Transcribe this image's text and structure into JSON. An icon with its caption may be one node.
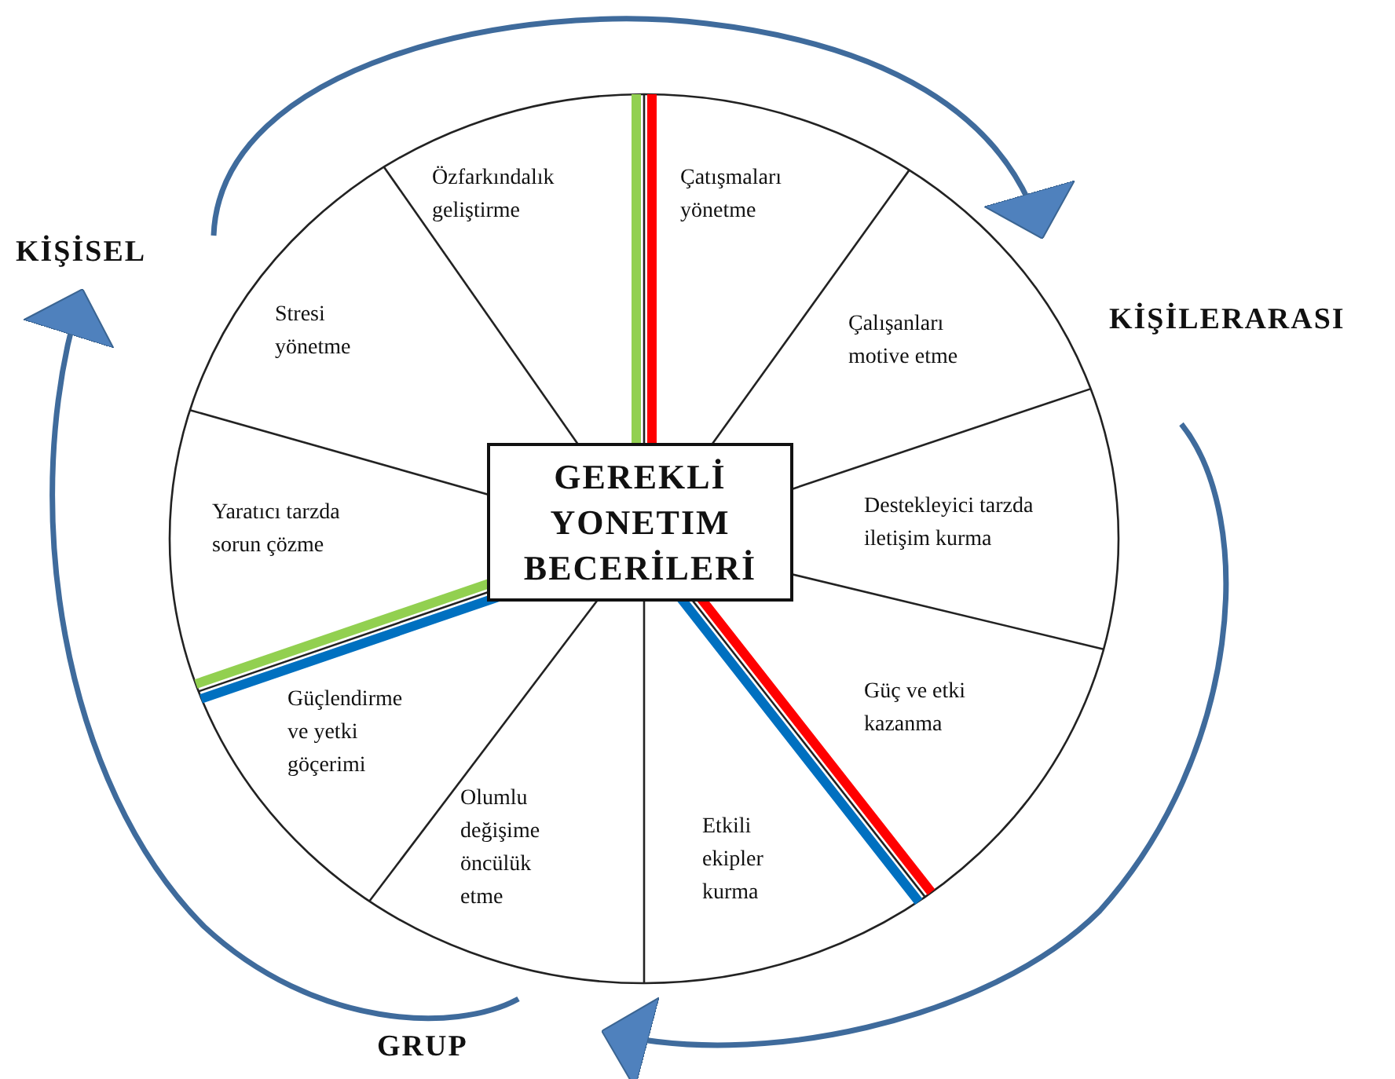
{
  "diagram": {
    "nodes": [
      {
        "text": [
          "KİŞİSEL"
        ]
      },
      {
        "text": [
          "Özfarkındalık geliştirme"
        ]
      },
      {
        "text": [
          "Çatışmaları yönetme"
        ]
      },
      {
        "text": [
          "Stresi yönetme"
        ]
      },
      {
        "text": [
          "Çalışanları motive etme"
        ]
      },
      {
        "text": [
          "KİŞİLERARASI"
        ]
      },
      {
        "text": [
          "GEREKLİ YONETIM BECERİLERİ"
        ]
      },
      {
        "text": [
          "Yaratıcı tarzda sorun çözme"
        ]
      },
      {
        "text": [
          "Destekleyici tarzda iletişim kurma"
        ]
      },
      {
        "text": [
          "Güç ve etki kazanma"
        ]
      },
      {
        "text": [
          "Güçlendirme ve yetki göçerimi"
        ]
      },
      {
        "text": [
          "Olumlu değişime öncülük etme"
        ]
      },
      {
        "text": [
          "Etkili ekipler kurma"
        ]
      },
      {
        "text": [
          "GRUP"
        ]
      }
    ],
    "edges": [
      {
        "from": 0,
        "to": 5,
        "arrow": "to"
      },
      {
        "from": 5,
        "to": 13,
        "arrow": "to"
      },
      {
        "from": 13,
        "to": 0,
        "arrow": "to"
      }
    ]
  }
}
